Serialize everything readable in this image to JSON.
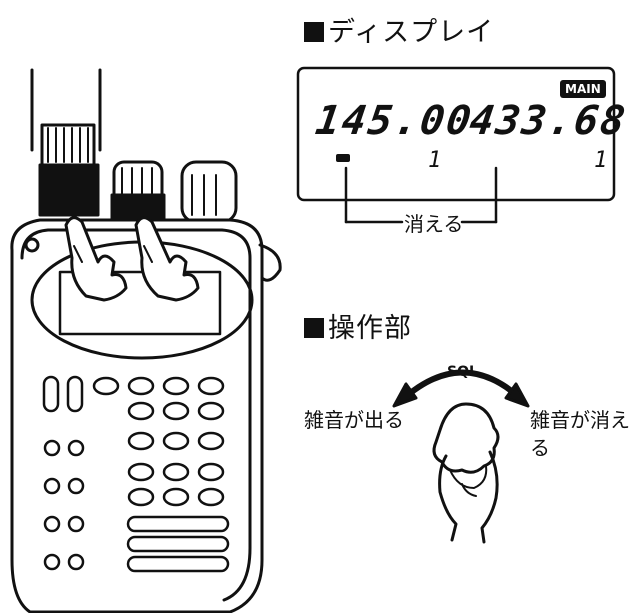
{
  "display_section": {
    "heading": "ディスプレイ",
    "main_badge": "MAIN",
    "freq_left": "145.00",
    "freq_right": "433.68",
    "small_left": "1",
    "small_right": "1",
    "callout": "消える"
  },
  "control_section": {
    "heading": "操作部",
    "knob_label": "SQL",
    "left_text": "雑音が出る",
    "right_text_line1": "雑音が消え",
    "right_text_line2": "る"
  }
}
